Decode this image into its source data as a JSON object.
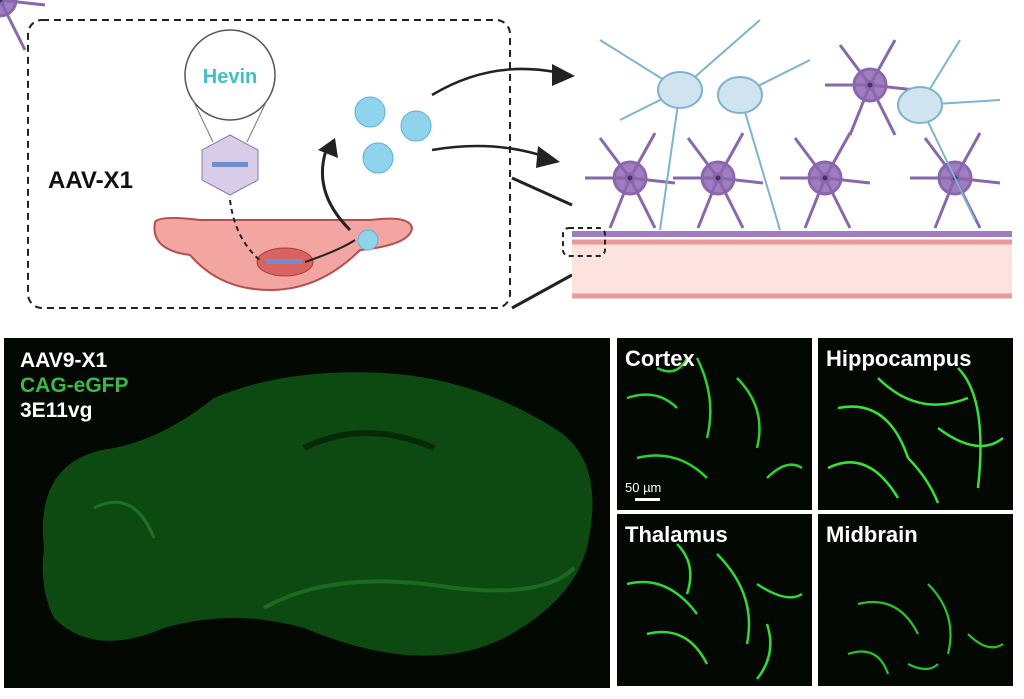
{
  "schematic": {
    "vector_label": "AAV-X1",
    "gene_label": "Hevin"
  },
  "whole_brain": {
    "label_line1": "AAV9-X1",
    "label_line2": "CAG-eGFP",
    "label_line3": "3E11vg"
  },
  "panels": [
    {
      "label": "Cortex"
    },
    {
      "label": "Hippocampus"
    },
    {
      "label": "Thalamus"
    },
    {
      "label": "Midbrain"
    }
  ],
  "scale_bar": {
    "label": "50 µm"
  },
  "colors": {
    "hevin": "#3fbfc8",
    "egfp": "#3db848",
    "cell": "#f3a5a2",
    "astrocyte": "#a07cc0",
    "neuron": "#a9cfe0"
  }
}
